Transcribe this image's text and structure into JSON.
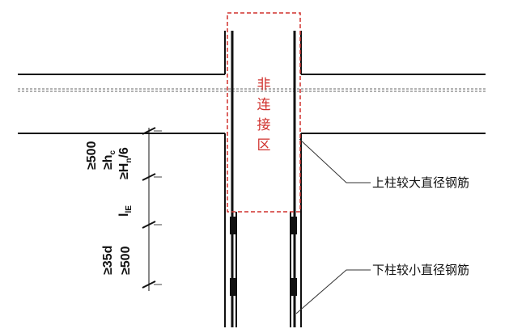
{
  "zone": {
    "chars": [
      "非",
      "连",
      "接",
      "区"
    ],
    "color": "#d0312d"
  },
  "callouts": {
    "upper": "上柱较大直径钢筋",
    "lower": "下柱较小直径钢筋"
  },
  "dimensions": {
    "upper_group": {
      "line1": "≥500",
      "line2_main": "≥h",
      "line2_sub": "c",
      "line3_main": "≥H",
      "line3_sub": "n",
      "line3_tail": "/6"
    },
    "lap_length": {
      "main": "l",
      "sub": "lE"
    },
    "lower_group": {
      "line1": "≥35d",
      "line2": "≥500"
    }
  },
  "colors": {
    "line": "#111111",
    "zone_dash": "#d0312d"
  }
}
